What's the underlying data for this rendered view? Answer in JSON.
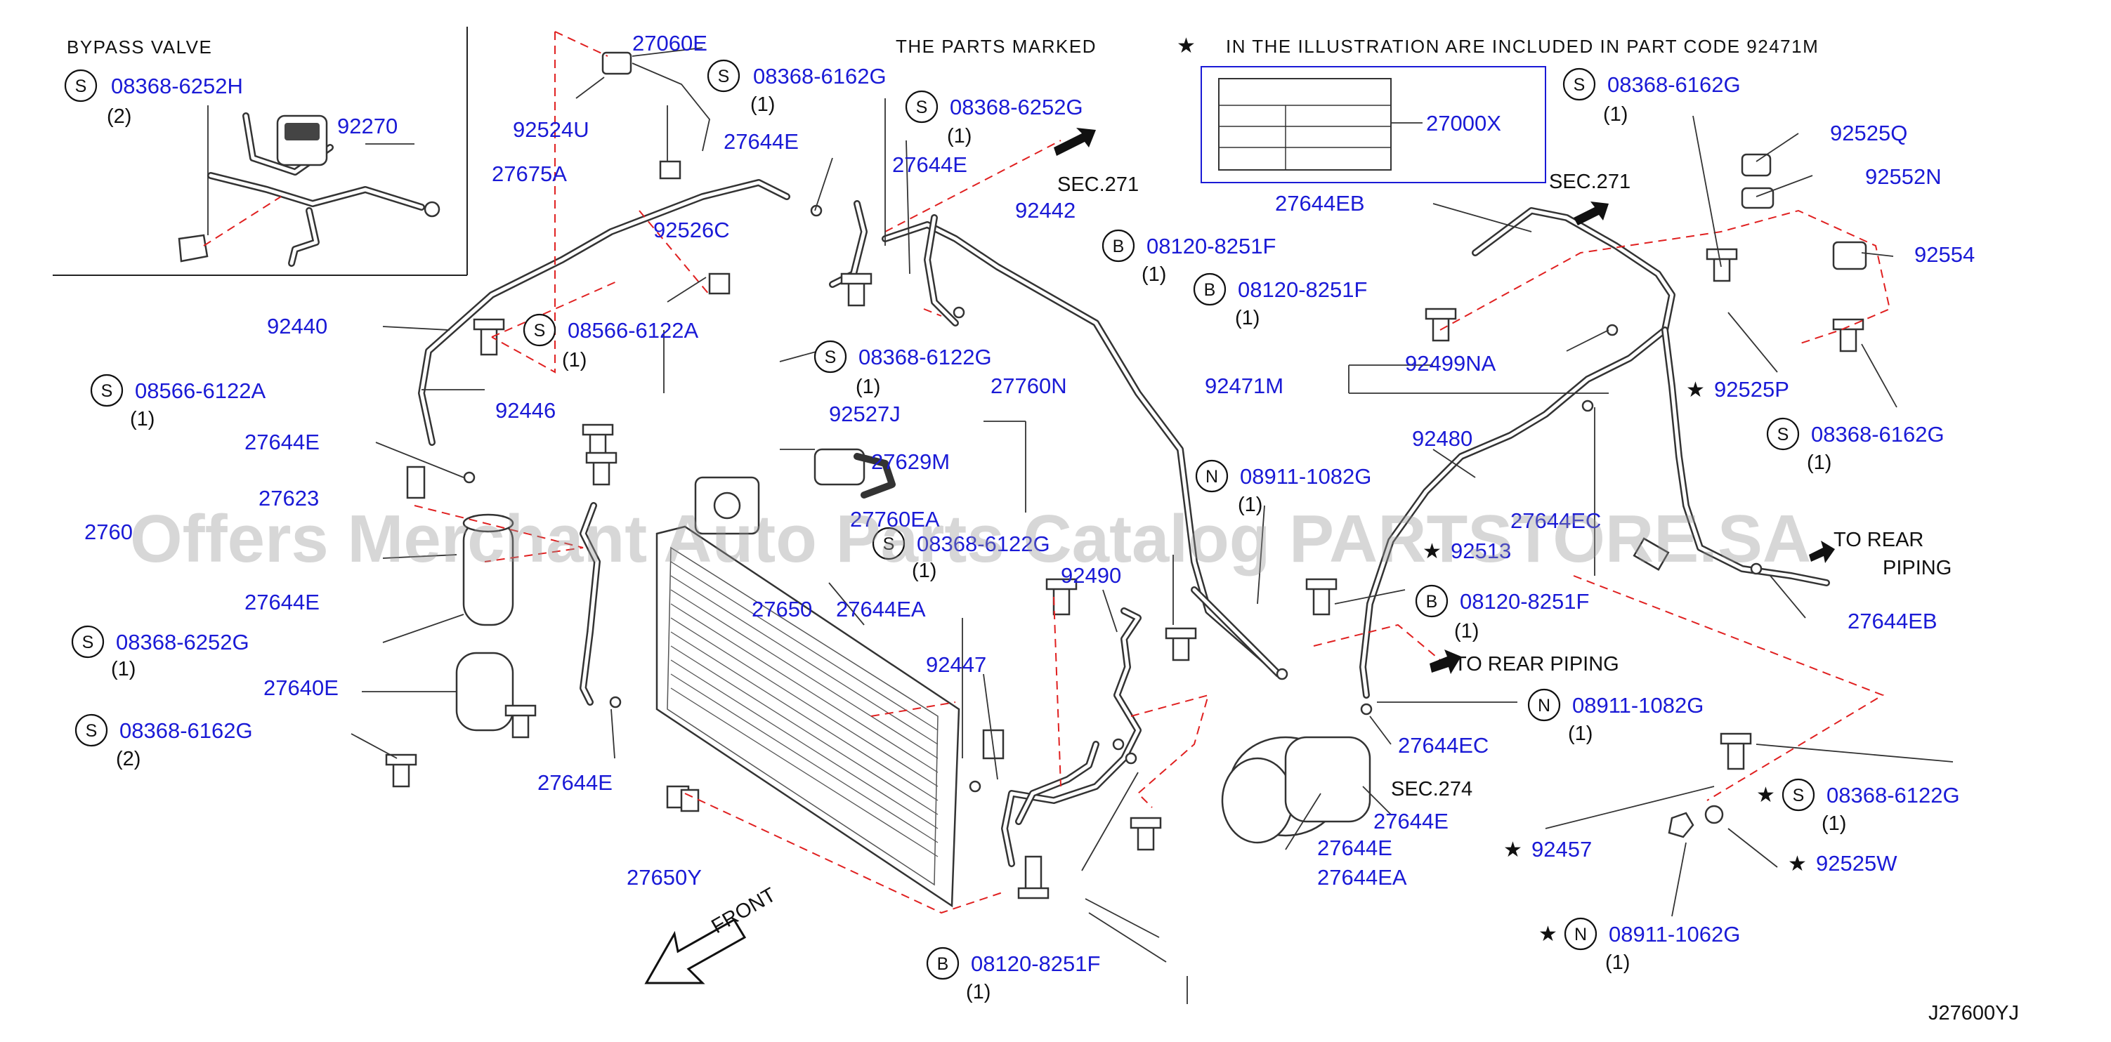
{
  "header": {
    "section_title": "BYPASS VALVE",
    "note_prefix": "THE PARTS MARKED",
    "note_star": "★",
    "note_suffix": "IN THE ILLUSTRATION ARE INCLUDED IN PART CODE 92471M"
  },
  "watermark": "Offers Merchant Auto Parts Catalog PARTSTORE.SA",
  "diagram_code": "J27600YJ",
  "front_label": "FRONT",
  "labels": {
    "p_92270": "92270",
    "p_27060E": "27060E",
    "p_92524U": "92524U",
    "p_27675A": "27675A",
    "p_27644E_a": "27644E",
    "p_27644E_b": "27644E",
    "sec271_a": "SEC.271",
    "p_92442": "92442",
    "p_92526C": "92526C",
    "p_92440": "92440",
    "p_92446": "92446",
    "p_27644E_c": "27644E",
    "p_27623": "27623",
    "p_2760": "2760",
    "p_27644E_d": "27644E",
    "p_27640E": "27640E",
    "p_27644E_e": "27644E",
    "p_92527J": "92527J",
    "p_27760N": "27760N",
    "p_27629M": "27629M",
    "p_27760EA": "27760EA",
    "p_27650": "27650",
    "p_27644EA_a": "27644EA",
    "p_92490": "92490",
    "p_92447": "92447",
    "p_27650Y": "27650Y",
    "p_27000X": "27000X",
    "p_92525Q": "92525Q",
    "p_92552N": "92552N",
    "p_27644EB_a": "27644EB",
    "sec271_b": "SEC.271",
    "p_92554": "92554",
    "p_92499NA": "92499NA",
    "p_92471M": "92471M",
    "p_92525P": "92525P",
    "p_92480": "92480",
    "p_27644EC_a": "27644EC",
    "p_92513": "92513",
    "to_rear_a": "TO  REAR",
    "piping_a": "PIPING",
    "p_27644EB_b": "27644EB",
    "to_rear_b": "TO  REAR  PIPING",
    "p_27644EC_b": "27644EC",
    "sec274": "SEC.274",
    "p_27644E_f": "27644E",
    "p_27644E_g": "27644E",
    "p_27644EA_b": "27644EA",
    "p_92457": "92457",
    "p_92525W": "92525W"
  },
  "fasteners": [
    {
      "id": "f1",
      "badge": "S",
      "code": "08368-6252H",
      "qty": "(2)"
    },
    {
      "id": "f2",
      "badge": "S",
      "code": "08368-6162G",
      "qty": "(1)"
    },
    {
      "id": "f3",
      "badge": "S",
      "code": "08368-6252G",
      "qty": "(1)"
    },
    {
      "id": "f4",
      "badge": "S",
      "code": "08566-6122A",
      "qty": "(1)"
    },
    {
      "id": "f5",
      "badge": "S",
      "code": "08566-6122A",
      "qty": "(1)"
    },
    {
      "id": "f6",
      "badge": "S",
      "code": "08368-6122G",
      "qty": "(1)"
    },
    {
      "id": "f7",
      "badge": "S",
      "code": "08368-6122G",
      "qty": "(1)"
    },
    {
      "id": "f8",
      "badge": "S",
      "code": "08368-6252G",
      "qty": "(1)"
    },
    {
      "id": "f9",
      "badge": "S",
      "code": "08368-6162G",
      "qty": "(2)"
    },
    {
      "id": "f10",
      "badge": "B",
      "code": "08120-8251F",
      "qty": "(1)"
    },
    {
      "id": "f11",
      "badge": "B",
      "code": "08120-8251F",
      "qty": "(1)"
    },
    {
      "id": "f12",
      "badge": "B",
      "code": "08120-8251F",
      "qty": "(1)"
    },
    {
      "id": "f13",
      "badge": "N",
      "code": "08911-1082G",
      "qty": "(1)"
    },
    {
      "id": "f14",
      "badge": "S",
      "code": "08368-6162G",
      "qty": "(1)"
    },
    {
      "id": "f15",
      "badge": "S",
      "code": "08368-6162G",
      "qty": "(1)"
    },
    {
      "id": "f16",
      "badge": "B",
      "code": "08120-8251F",
      "qty": "(1)"
    },
    {
      "id": "f17",
      "badge": "N",
      "code": "08911-1082G",
      "qty": "(1)"
    },
    {
      "id": "f18",
      "badge": "S",
      "code": "08368-6122G",
      "qty": "(1)"
    },
    {
      "id": "f19",
      "badge": "N",
      "code": "08911-1062G",
      "qty": "(1)"
    }
  ],
  "colors": {
    "label_blue": "#1a1ad6",
    "leader": "#333333",
    "dashed_red": "#e02020"
  }
}
